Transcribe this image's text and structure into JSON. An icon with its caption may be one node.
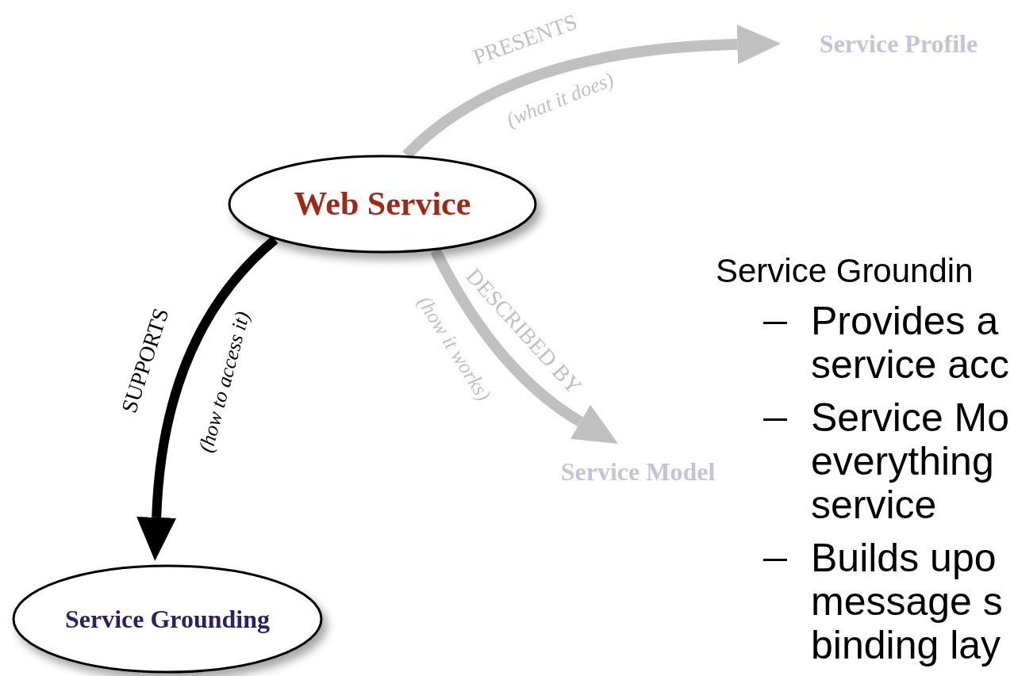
{
  "diagram": {
    "nodes": [
      {
        "text": [
          "Web Service"
        ]
      },
      {
        "text": [
          "Service Profile"
        ]
      },
      {
        "text": [
          "Service Model"
        ]
      },
      {
        "text": [
          "Service Grounding"
        ]
      }
    ],
    "edges": [
      {
        "from": 0,
        "to": 1,
        "arrow": "to",
        "label": "PRESENTS",
        "color": "#c0c0c0"
      },
      {
        "from": 0,
        "to": 2,
        "arrow": "to",
        "label": "DESCRIBED BY",
        "color": "#c0c0c0"
      },
      {
        "from": 0,
        "to": 3,
        "arrow": "to",
        "label": "SUPPORTS",
        "color": "#000000"
      }
    ],
    "labels": [
      "(what it does)",
      "(how it works)",
      "(how to access it)",
      "Service Groundin",
      "Provides a service acc",
      "Service Mo everything service",
      "Builds upo message s binding lay"
    ]
  }
}
